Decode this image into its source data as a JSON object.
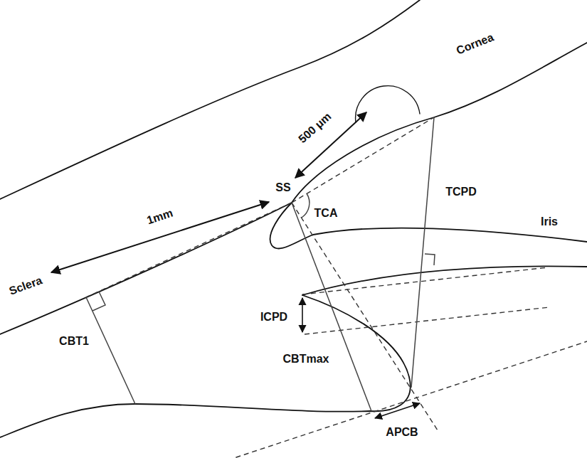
{
  "diagram": {
    "labels": [
      "Cornea",
      "500 μm",
      "1mm",
      "SS",
      "TCA",
      "TCPD",
      "Iris",
      "Sclera",
      "ICPD",
      "CBT1",
      "CBTmax",
      "APCB"
    ]
  }
}
